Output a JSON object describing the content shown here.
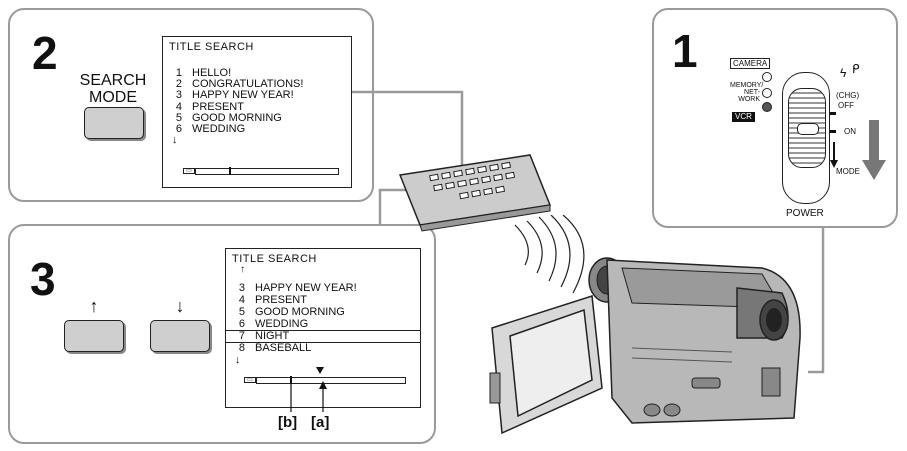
{
  "step2": {
    "number": "2",
    "button_label_line1": "SEARCH",
    "button_label_line2": "MODE",
    "screen_title": "TITLE SEARCH",
    "items": [
      {
        "n": "1",
        "text": "HELLO!"
      },
      {
        "n": "2",
        "text": "CONGRATULATIONS!"
      },
      {
        "n": "3",
        "text": "HAPPY NEW YEAR!"
      },
      {
        "n": "4",
        "text": "PRESENT"
      },
      {
        "n": "5",
        "text": "GOOD MORNING"
      },
      {
        "n": "6",
        "text": "WEDDING"
      }
    ],
    "more_arrow": "↓"
  },
  "step3": {
    "number": "3",
    "up_symbol": "↑",
    "down_symbol": "↓",
    "screen_title": "TITLE SEARCH",
    "up_more": "↑",
    "items": [
      {
        "n": "3",
        "text": "HAPPY NEW YEAR!"
      },
      {
        "n": "4",
        "text": "PRESENT"
      },
      {
        "n": "5",
        "text": "GOOD MORNING"
      },
      {
        "n": "6",
        "text": "WEDDING"
      },
      {
        "n": "7",
        "text": "NIGHT"
      },
      {
        "n": "8",
        "text": "BASEBALL"
      }
    ],
    "down_more": "↓",
    "selected_index": 4,
    "callout_b": "[b]",
    "callout_a": "[a]"
  },
  "step1": {
    "number": "1",
    "mode_camera": "CAMERA",
    "mode_memory_line1": "MEMORY/",
    "mode_memory_line2": "NET-",
    "mode_memory_line3": "WORK",
    "mode_vcr": "VCR",
    "chg": "(CHG)",
    "off": "OFF",
    "on": "ON",
    "mode": "MODE",
    "power": "POWER"
  }
}
